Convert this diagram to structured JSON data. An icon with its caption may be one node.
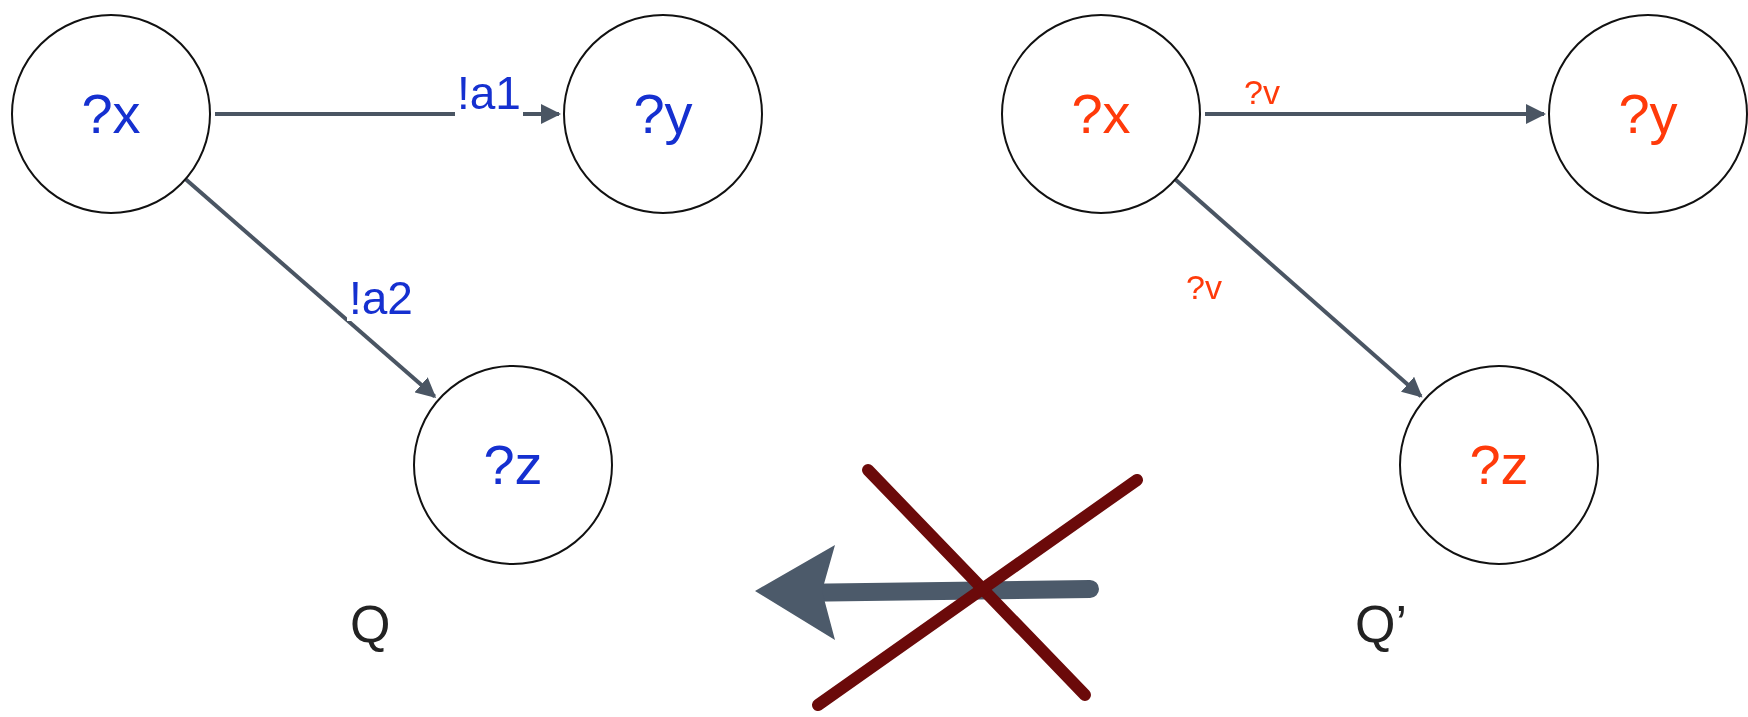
{
  "diagram": {
    "nodes": [
      {
        "text": [
          "?x"
        ]
      },
      {
        "text": [
          "?y"
        ]
      },
      {
        "text": [
          "?z"
        ]
      },
      {
        "text": [
          "?x"
        ]
      },
      {
        "text": [
          "?y"
        ]
      },
      {
        "text": [
          "?z"
        ]
      }
    ],
    "edges": [
      {
        "from": 0,
        "to": 1,
        "arrow": "to",
        "label": "!a1"
      },
      {
        "from": 0,
        "to": 2,
        "arrow": "to",
        "label": "!a2"
      },
      {
        "from": 3,
        "to": 4,
        "arrow": "to",
        "label": "?v"
      },
      {
        "from": 3,
        "to": 5,
        "arrow": "to",
        "label": "?v"
      }
    ],
    "labels": [
      "Q",
      "Q’"
    ]
  }
}
